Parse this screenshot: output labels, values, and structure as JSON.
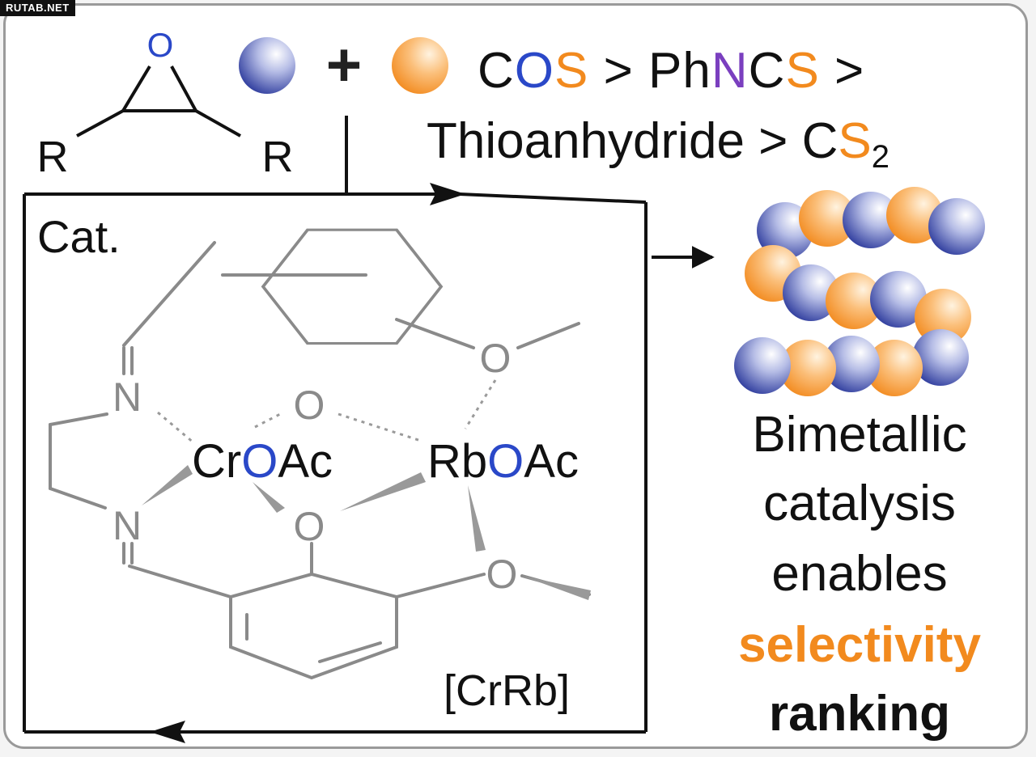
{
  "watermark": "RUTAB.NET",
  "colors": {
    "oxygen": "#2a48c8",
    "sulfur": "#f28a1e",
    "nitrogen": "#7a3fbf",
    "ink": "#111111",
    "ligand": "#8a8a8a"
  },
  "epoxide": {
    "o": "O",
    "r_left": "R",
    "r_right": "R"
  },
  "plus": "+",
  "ranking": {
    "line1": [
      {
        "t": "C",
        "c": "ink"
      },
      {
        "t": "O",
        "c": "oxygen"
      },
      {
        "t": "S",
        "c": "sulfur"
      },
      {
        "t": " > Ph",
        "c": "ink"
      },
      {
        "t": "N",
        "c": "nitrogen"
      },
      {
        "t": "C",
        "c": "ink"
      },
      {
        "t": "S",
        "c": "sulfur"
      },
      {
        "t": " >",
        "c": "ink"
      }
    ],
    "line2_text": "Thioanhydride > C",
    "line2_s": "S",
    "line2_sub": "2"
  },
  "catalyst": {
    "cat_label": "Cat.",
    "cr_prefix": "Cr",
    "cr_o": "O",
    "cr_suffix": "Ac",
    "rb_prefix": "Rb",
    "rb_o": "O",
    "rb_suffix": "Ac",
    "n": "N",
    "o": "O",
    "bracket": "[CrRb]"
  },
  "caption": {
    "lines": [
      "Bimetallic",
      "catalysis",
      "enables"
    ],
    "highlight": "selectivity",
    "last": "ranking"
  }
}
